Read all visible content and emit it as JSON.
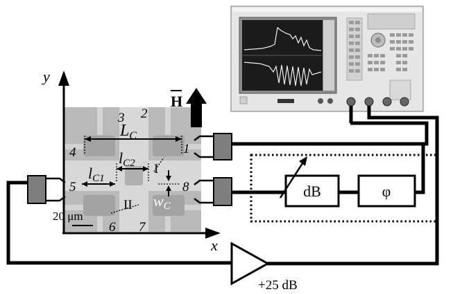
{
  "axes": {
    "y": "y",
    "x": "x"
  },
  "field": {
    "H_symbol": "H"
  },
  "chip": {
    "ports": [
      "1",
      "2",
      "3",
      "4",
      "5",
      "6",
      "7",
      "8"
    ],
    "regions": [
      "I",
      "II"
    ],
    "dims": {
      "LC": "L",
      "LC_sub": "C",
      "lC1": "l",
      "lC1_sub": "C1",
      "lC2": "l",
      "lC2_sub": "C2",
      "wC": "w",
      "wC_sub": "C"
    },
    "scale_bar": "20 μm"
  },
  "blocks": {
    "attenuator": "dB",
    "phase_shifter": "φ"
  },
  "amplifier": {
    "gain": "+25 dB"
  },
  "colors": {
    "chip_bg": "#b9b9b9",
    "chip_metal": "#d8d8d8",
    "analyzer_body": "#e6e6e6",
    "screen": "#1b1b1b",
    "trace": "#f0f0f0"
  }
}
